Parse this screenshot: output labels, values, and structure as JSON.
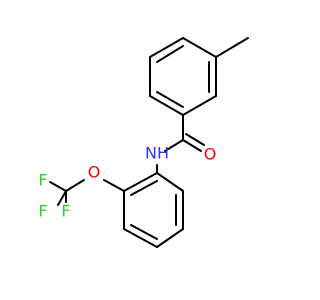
{
  "molecule": {
    "colors": {
      "carbon_bond": "#000000",
      "nitrogen": "#3333ff",
      "oxygen": "#ff0000",
      "fluorine": "#33cc33"
    },
    "atoms": {
      "amide_n": "NH",
      "carbonyl_o": "O",
      "ether_o": "O",
      "fluorine_1": "F",
      "fluorine_2": "F",
      "fluorine_3": "F"
    }
  }
}
